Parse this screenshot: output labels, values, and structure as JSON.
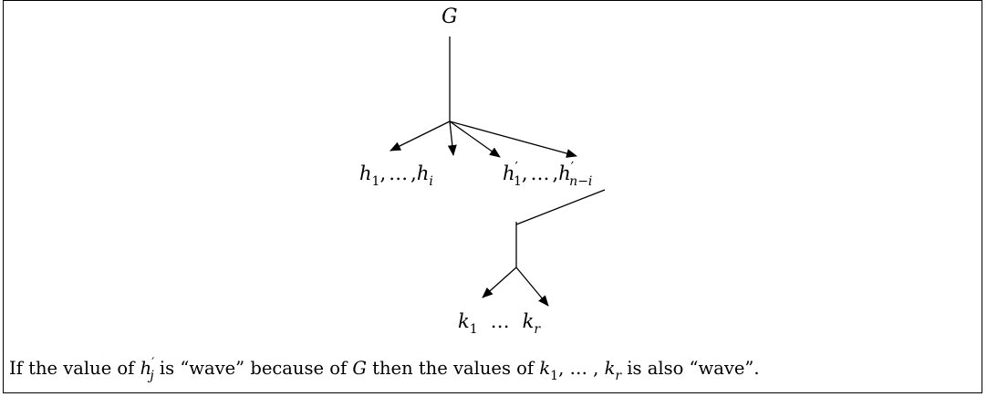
{
  "nodes": {
    "root": "G",
    "h_group": {
      "symbol": "h",
      "first_sub": "1",
      "ellipsis": "…",
      "last_sub": "i",
      "sep": ","
    },
    "hp_group": {
      "symbol": "h",
      "prime": "′",
      "first_sub": "1",
      "ellipsis": "…",
      "last_sub": "n−i",
      "sep": ","
    },
    "k_group": {
      "symbol": "k",
      "first_sub": "1",
      "ellipsis": "…",
      "last_sub": "r"
    }
  },
  "caption": {
    "p1": "If the value of ",
    "h_symbol": "h",
    "h_prime": "′",
    "h_sub": "j",
    "p2": " is “wave” because of ",
    "g_symbol": "G",
    "p3": " then the values of ",
    "k_symbol": "k",
    "k_first_sub": "1",
    "k_sep": ", … , ",
    "k_last_sub": "r",
    "p4": " is also “wave”."
  }
}
